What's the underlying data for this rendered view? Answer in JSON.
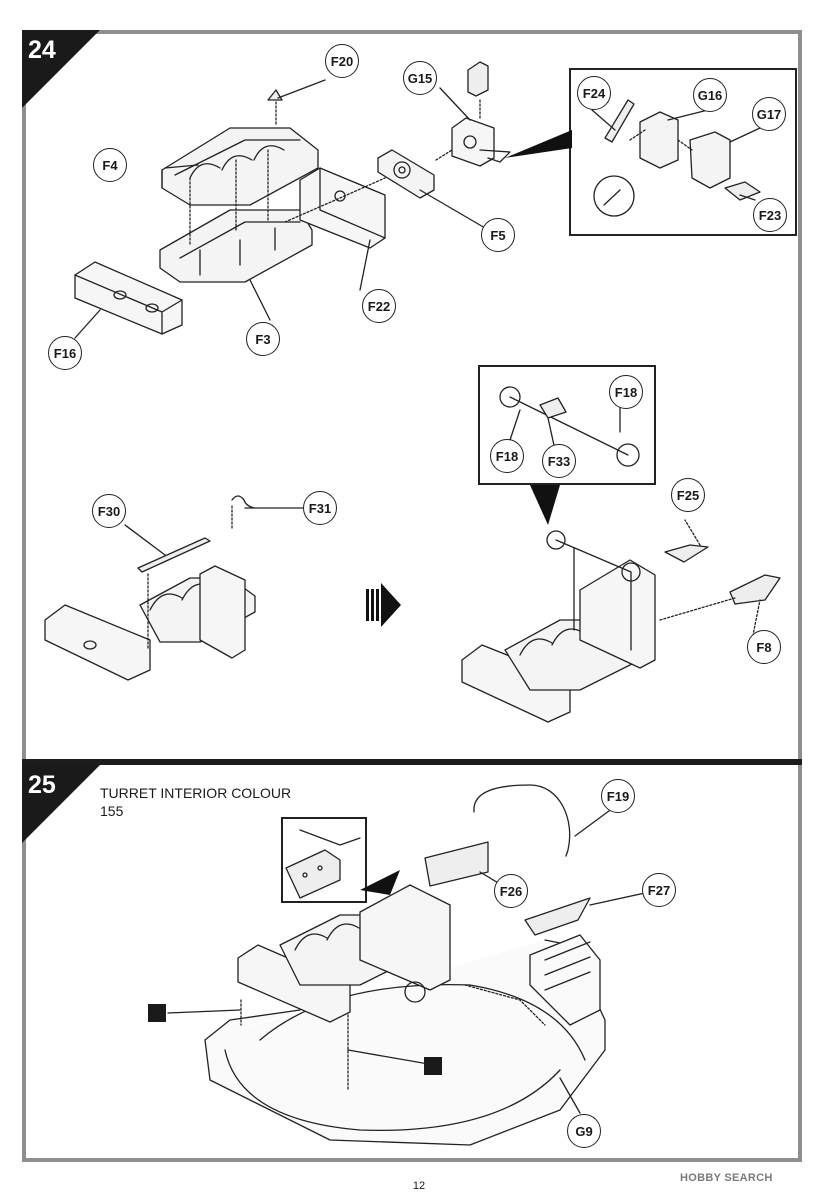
{
  "steps": [
    {
      "number": "24"
    },
    {
      "number": "25",
      "colour_label": "TURRET INTERIOR COLOUR",
      "colour_code": "155"
    }
  ],
  "callouts": {
    "F20": "F20",
    "G15": "G15",
    "F4": "F4",
    "F5": "F5",
    "F22": "F22",
    "F3": "F3",
    "F16": "F16",
    "F24": "F24",
    "G16": "G16",
    "G17": "G17",
    "F23": "F23",
    "F18a": "F18",
    "F18b": "F18",
    "F33": "F33",
    "F30": "F30",
    "F31": "F31",
    "F25": "F25",
    "F8": "F8",
    "F19": "F19",
    "F26": "F26",
    "F27": "F27",
    "G9": "G9"
  },
  "footer": {
    "page_number": "12",
    "watermark": "HOBBY SEARCH"
  }
}
